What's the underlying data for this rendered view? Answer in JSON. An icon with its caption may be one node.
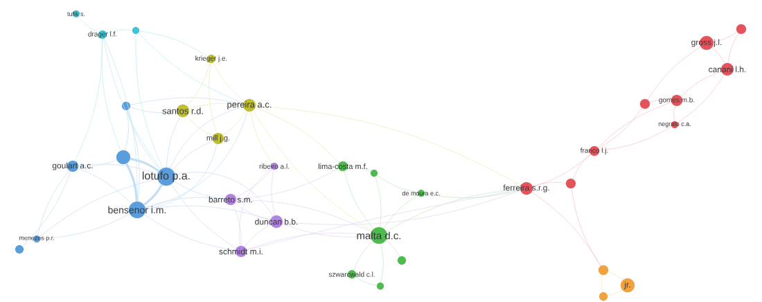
{
  "diagram": {
    "nodes": [
      {
        "text": [
          "tufik s."
        ]
      },
      {
        "text": [
          "drager l.f."
        ]
      },
      {
        "text": [],
        "shape": "circle"
      },
      {
        "text": [
          "krieger j.e."
        ]
      },
      {
        "text": [],
        "shape": "circle"
      },
      {
        "text": [
          "santos r.d."
        ]
      },
      {
        "text": [
          "pereira a.c."
        ]
      },
      {
        "text": [
          "mill j.g."
        ]
      },
      {
        "text": [
          "goulart a.c."
        ]
      },
      {
        "text": [],
        "shape": "circle"
      },
      {
        "text": [
          "lotufo p.a."
        ]
      },
      {
        "text": [
          "ribeiro a.l."
        ]
      },
      {
        "text": [
          "lima-costa m.f."
        ]
      },
      {
        "text": [],
        "shape": "circle"
      },
      {
        "text": [
          "barreto s.m."
        ]
      },
      {
        "text": [
          "bensenor i.m."
        ]
      },
      {
        "text": [
          "de moura e.c."
        ]
      },
      {
        "text": [
          "duncan b.b."
        ]
      },
      {
        "text": [
          "menezes p.r."
        ]
      },
      {
        "text": [],
        "shape": "circle"
      },
      {
        "text": [
          "malta d.c."
        ]
      },
      {
        "text": [
          "schmidt m.i."
        ]
      },
      {
        "text": [],
        "shape": "circle"
      },
      {
        "text": [
          "szwarcwald c.l."
        ]
      },
      {
        "text": [],
        "shape": "circle"
      },
      {
        "text": [
          "ferreira s.r.g."
        ]
      },
      {
        "text": [],
        "shape": "circle"
      },
      {
        "text": [
          "franco l.j."
        ]
      },
      {
        "text": [],
        "shape": "circle"
      },
      {
        "text": [
          "gomes m.b."
        ]
      },
      {
        "text": [
          "negrato c.a."
        ]
      },
      {
        "text": [
          "gross j.l."
        ]
      },
      {
        "text": [],
        "shape": "circle"
      },
      {
        "text": [
          "canani l.h."
        ]
      },
      {
        "text": [],
        "shape": "circle"
      },
      {
        "text": [
          "jr."
        ]
      },
      {
        "text": [],
        "shape": "circle"
      }
    ],
    "edges": [
      {
        "from": 10,
        "to": 15,
        "arrow": "none",
        "style": "thick"
      },
      {
        "from": 10,
        "to": 9,
        "arrow": "none",
        "style": "thick"
      },
      {
        "from": 9,
        "to": 15,
        "arrow": "none",
        "style": "thick"
      },
      {
        "from": 10,
        "to": 8,
        "arrow": "none"
      },
      {
        "from": 8,
        "to": 15,
        "arrow": "none"
      },
      {
        "from": 8,
        "to": 9,
        "arrow": "none"
      },
      {
        "from": 4,
        "to": 9,
        "arrow": "none"
      },
      {
        "from": 4,
        "to": 10,
        "arrow": "none"
      },
      {
        "from": 4,
        "to": 15,
        "arrow": "none"
      },
      {
        "from": 1,
        "to": 10,
        "arrow": "none"
      },
      {
        "from": 1,
        "to": 15,
        "arrow": "none"
      },
      {
        "from": 1,
        "to": 9,
        "arrow": "none"
      },
      {
        "from": 1,
        "to": 8,
        "arrow": "none"
      },
      {
        "from": 0,
        "to": 1,
        "arrow": "none"
      },
      {
        "from": 1,
        "to": 2,
        "arrow": "none"
      },
      {
        "from": 2,
        "to": 6,
        "arrow": "none"
      },
      {
        "from": 2,
        "to": 3,
        "arrow": "none"
      },
      {
        "from": 2,
        "to": 10,
        "arrow": "none"
      },
      {
        "from": 18,
        "to": 8,
        "arrow": "none"
      },
      {
        "from": 18,
        "to": 15,
        "arrow": "none"
      },
      {
        "from": 18,
        "to": 10,
        "arrow": "none"
      },
      {
        "from": 19,
        "to": 8,
        "arrow": "none"
      },
      {
        "from": 10,
        "to": 5,
        "arrow": "none"
      },
      {
        "from": 10,
        "to": 6,
        "arrow": "none"
      },
      {
        "from": 10,
        "to": 7,
        "arrow": "none"
      },
      {
        "from": 15,
        "to": 7,
        "arrow": "none"
      },
      {
        "from": 15,
        "to": 6,
        "arrow": "none"
      },
      {
        "from": 10,
        "to": 14,
        "arrow": "none"
      },
      {
        "from": 10,
        "to": 17,
        "arrow": "none"
      },
      {
        "from": 10,
        "to": 21,
        "arrow": "none"
      },
      {
        "from": 15,
        "to": 17,
        "arrow": "none"
      },
      {
        "from": 15,
        "to": 21,
        "arrow": "none"
      },
      {
        "from": 15,
        "to": 14,
        "arrow": "none"
      },
      {
        "from": 3,
        "to": 6,
        "arrow": "none"
      },
      {
        "from": 3,
        "to": 5,
        "arrow": "none"
      },
      {
        "from": 3,
        "to": 7,
        "arrow": "none"
      },
      {
        "from": 5,
        "to": 6,
        "arrow": "none"
      },
      {
        "from": 5,
        "to": 7,
        "arrow": "none"
      },
      {
        "from": 6,
        "to": 7,
        "arrow": "none"
      },
      {
        "from": 4,
        "to": 5,
        "arrow": "none"
      },
      {
        "from": 4,
        "to": 6,
        "arrow": "none"
      },
      {
        "from": 14,
        "to": 17,
        "arrow": "none"
      },
      {
        "from": 14,
        "to": 21,
        "arrow": "none"
      },
      {
        "from": 17,
        "to": 21,
        "arrow": "none"
      },
      {
        "from": 11,
        "to": 14,
        "arrow": "none"
      },
      {
        "from": 11,
        "to": 17,
        "arrow": "none"
      },
      {
        "from": 11,
        "to": 21,
        "arrow": "none"
      },
      {
        "from": 6,
        "to": 11,
        "arrow": "none"
      },
      {
        "from": 6,
        "to": 12,
        "arrow": "none"
      },
      {
        "from": 6,
        "to": 20,
        "arrow": "none"
      },
      {
        "from": 6,
        "to": 25,
        "arrow": "none"
      },
      {
        "from": 14,
        "to": 12,
        "arrow": "none"
      },
      {
        "from": 14,
        "to": 20,
        "arrow": "none"
      },
      {
        "from": 17,
        "to": 20,
        "arrow": "none"
      },
      {
        "from": 21,
        "to": 20,
        "arrow": "none"
      },
      {
        "from": 12,
        "to": 20,
        "arrow": "none"
      },
      {
        "from": 13,
        "to": 20,
        "arrow": "none"
      },
      {
        "from": 16,
        "to": 20,
        "arrow": "none"
      },
      {
        "from": 20,
        "to": 22,
        "arrow": "none"
      },
      {
        "from": 20,
        "to": 23,
        "arrow": "none"
      },
      {
        "from": 20,
        "to": 24,
        "arrow": "none"
      },
      {
        "from": 23,
        "to": 24,
        "arrow": "none"
      },
      {
        "from": 12,
        "to": 13,
        "arrow": "none"
      },
      {
        "from": 13,
        "to": 16,
        "arrow": "none"
      },
      {
        "from": 20,
        "to": 25,
        "arrow": "none"
      },
      {
        "from": 17,
        "to": 25,
        "arrow": "none"
      },
      {
        "from": 21,
        "to": 25,
        "arrow": "none"
      },
      {
        "from": 16,
        "to": 25,
        "arrow": "none"
      },
      {
        "from": 25,
        "to": 26,
        "arrow": "none"
      },
      {
        "from": 25,
        "to": 27,
        "arrow": "none"
      },
      {
        "from": 26,
        "to": 27,
        "arrow": "none"
      },
      {
        "from": 27,
        "to": 28,
        "arrow": "none"
      },
      {
        "from": 27,
        "to": 29,
        "arrow": "none"
      },
      {
        "from": 27,
        "to": 30,
        "arrow": "none"
      },
      {
        "from": 28,
        "to": 29,
        "arrow": "none"
      },
      {
        "from": 29,
        "to": 30,
        "arrow": "none"
      },
      {
        "from": 29,
        "to": 33,
        "arrow": "none"
      },
      {
        "from": 30,
        "to": 33,
        "arrow": "none"
      },
      {
        "from": 28,
        "to": 31,
        "arrow": "none"
      },
      {
        "from": 31,
        "to": 32,
        "arrow": "none"
      },
      {
        "from": 31,
        "to": 33,
        "arrow": "none"
      },
      {
        "from": 32,
        "to": 33,
        "arrow": "none"
      },
      {
        "from": 25,
        "to": 34,
        "arrow": "none"
      },
      {
        "from": 26,
        "to": 34,
        "arrow": "none"
      },
      {
        "from": 34,
        "to": 35,
        "arrow": "none"
      },
      {
        "from": 34,
        "to": 36,
        "arrow": "none"
      },
      {
        "from": 35,
        "to": 36,
        "arrow": "none"
      }
    ]
  }
}
